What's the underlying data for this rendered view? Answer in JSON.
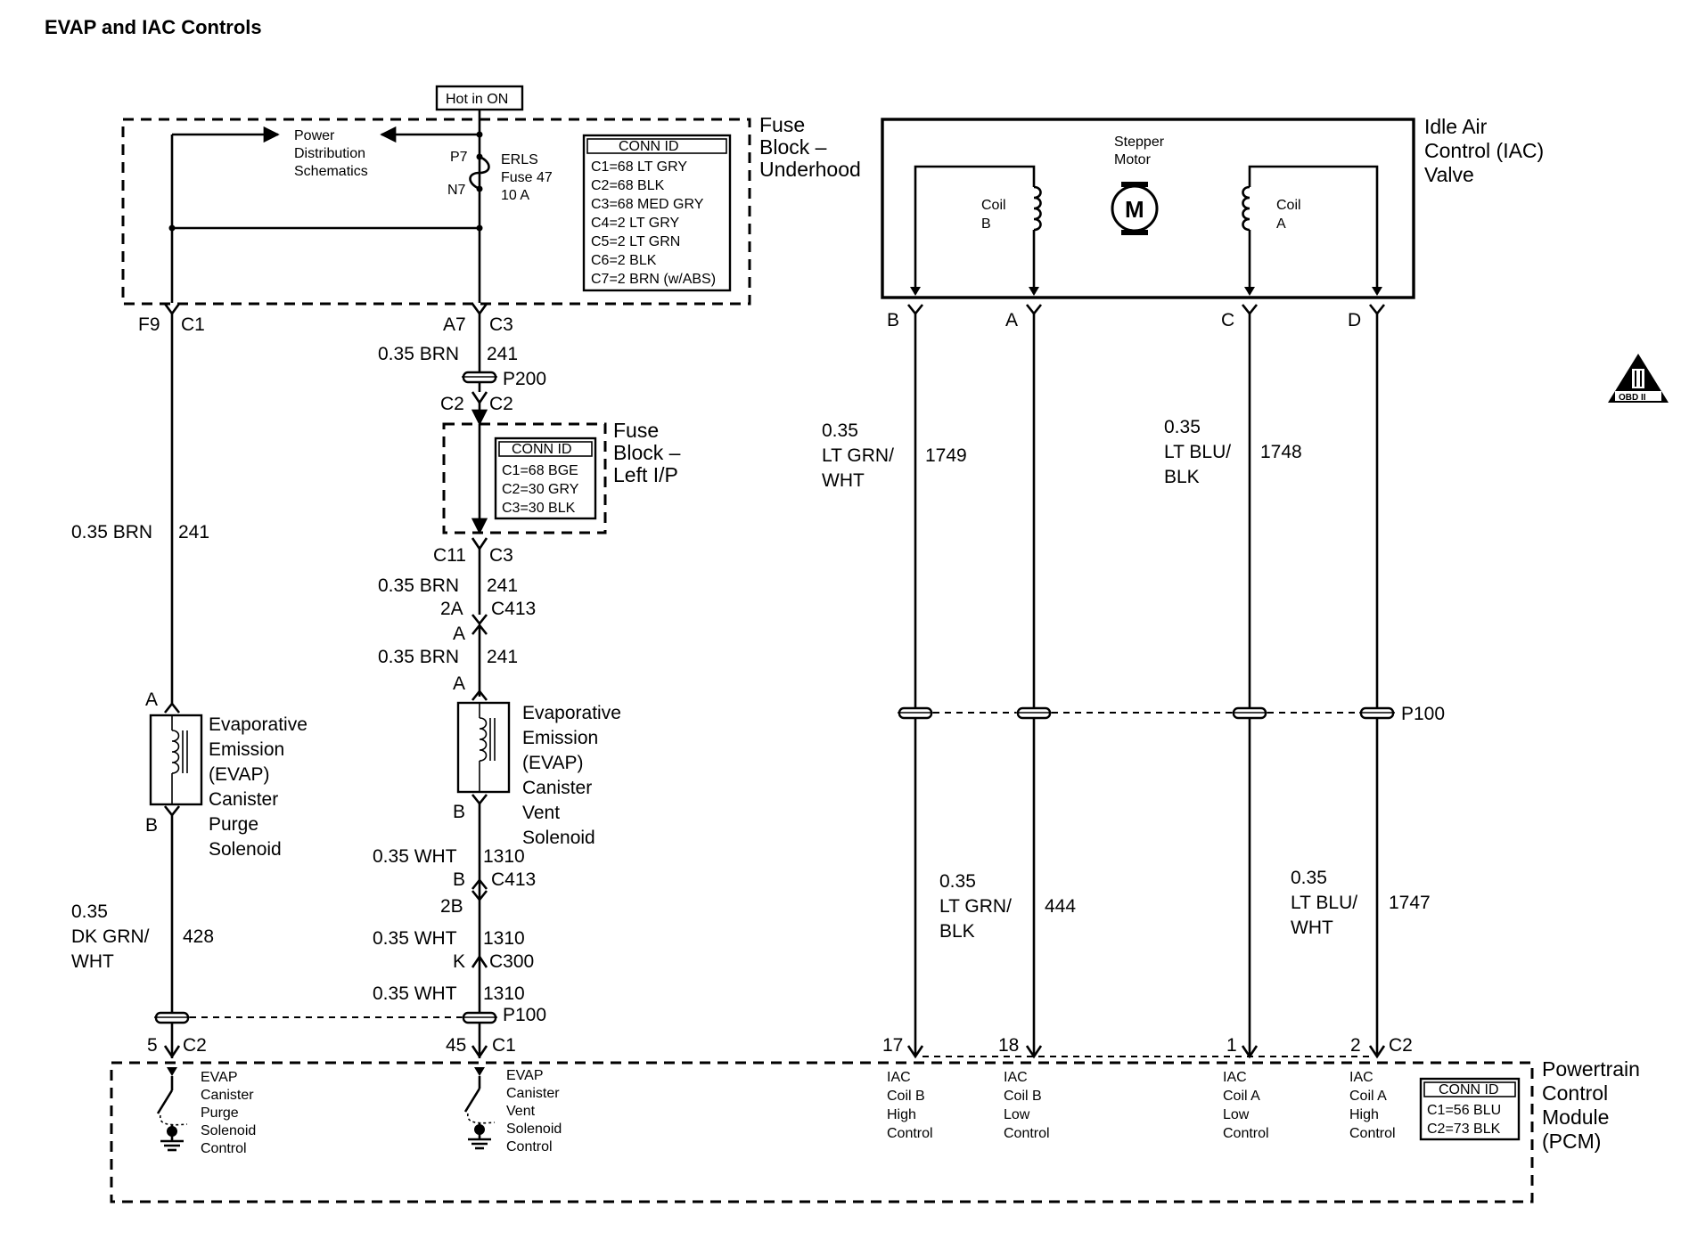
{
  "title": "EVAP and IAC Controls",
  "hot_label": "Hot in ON",
  "fuse_underhood": {
    "label_lines": [
      "Fuse",
      "Block –",
      "Underhood"
    ],
    "power_dist_lines": [
      "Power",
      "Distribution",
      "Schematics"
    ],
    "fuse_pins": [
      "P7",
      "N7"
    ],
    "fuse_lines": [
      "ERLS",
      "Fuse 47",
      "10 A"
    ],
    "conn_title": "CONN ID",
    "conn_rows": [
      "C1=68 LT GRY",
      "C2=68 BLK",
      "C3=68 MED GRY",
      "C4=2 LT GRY",
      "C5=2 LT GRN",
      "C6=2 BLK",
      "C7=2 BRN (w/ABS)"
    ]
  },
  "fuse_leftip": {
    "label_lines": [
      "Fuse",
      "Block –",
      "Left I/P"
    ],
    "conn_title": "CONN ID",
    "conn_rows": [
      "C1=68 BGE",
      "C2=30 GRY",
      "C3=30 BLK"
    ]
  },
  "purge_branch": {
    "top_pin": "F9",
    "top_conn": "C1",
    "wire1_gauge": "0.35 BRN",
    "wire1_circuit": "241",
    "sol_pin_a": "A",
    "sol_pin_b": "B",
    "sol_label_lines": [
      "Evaporative",
      "Emission",
      "(EVAP)",
      "Canister",
      "Purge",
      "Solenoid"
    ],
    "wire2_gauge_lines": [
      "0.35",
      "DK GRN/",
      "WHT"
    ],
    "wire2_circuit": "428",
    "pcm_pin": "5",
    "pcm_conn": "C2",
    "pcm_label_lines": [
      "EVAP",
      "Canister",
      "Purge",
      "Solenoid",
      "Control"
    ]
  },
  "vent_branch": {
    "top_pin": "A7",
    "top_conn": "C3",
    "w1_gauge": "0.35 BRN",
    "w1_circuit": "241",
    "splice1": "P200",
    "c2_left": "C2",
    "c2_right": "C2",
    "c11": "C11",
    "c3": "C3",
    "w2_gauge": "0.35 BRN",
    "w2_circuit": "241",
    "c413_pin": "2A",
    "c413": "C413",
    "a_pin": "A",
    "w3_gauge": "0.35 BRN",
    "w3_circuit": "241",
    "sol_pin_a": "A",
    "sol_pin_b": "B",
    "sol_label_lines": [
      "Evaporative",
      "Emission",
      "(EVAP)",
      "Canister",
      "Vent",
      "Solenoid"
    ],
    "w4_gauge": "0.35 WHT",
    "w4_circuit": "1310",
    "c413b_pin": "B",
    "c413b": "C413",
    "pin_2b": "2B",
    "w5_gauge": "0.35 WHT",
    "w5_circuit": "1310",
    "c300_pin": "K",
    "c300": "C300",
    "w6_gauge": "0.35 WHT",
    "w6_circuit": "1310",
    "splice2": "P100",
    "pcm_pin": "45",
    "pcm_conn": "C1",
    "pcm_label_lines": [
      "EVAP",
      "Canister",
      "Vent",
      "Solenoid",
      "Control"
    ]
  },
  "iac": {
    "label_lines": [
      "Idle Air",
      "Control (IAC)",
      "Valve"
    ],
    "motor_lines": [
      "Stepper",
      "Motor"
    ],
    "motor_symbol": "M",
    "coil_b_lines": [
      "Coil",
      "B"
    ],
    "coil_a_lines": [
      "Coil",
      "A"
    ],
    "pins": [
      "B",
      "A",
      "C",
      "D"
    ],
    "wire_b": {
      "gauge_lines": [
        "0.35",
        "LT GRN/",
        "WHT"
      ],
      "circuit": "1749"
    },
    "wire_c": {
      "gauge_lines": [
        "0.35",
        "LT BLU/",
        "BLK"
      ],
      "circuit": "1748"
    },
    "wire_a": {
      "gauge_lines": [
        "0.35",
        "LT GRN/",
        "BLK"
      ],
      "circuit": "444"
    },
    "wire_d": {
      "gauge_lines": [
        "0.35",
        "LT BLU/",
        "WHT"
      ],
      "circuit": "1747"
    },
    "splice": "P100",
    "pcm_pins": [
      "17",
      "18",
      "1",
      "2"
    ],
    "pcm_conn": "C2",
    "pcm_labels": [
      [
        "IAC",
        "Coil B",
        "High",
        "Control"
      ],
      [
        "IAC",
        "Coil B",
        "Low",
        "Control"
      ],
      [
        "IAC",
        "Coil A",
        "Low",
        "Control"
      ],
      [
        "IAC",
        "Coil A",
        "High",
        "Control"
      ]
    ]
  },
  "pcm": {
    "label_lines": [
      "Powertrain",
      "Control",
      "Module",
      "(PCM)"
    ],
    "conn_title": "CONN ID",
    "conn_rows": [
      "C1=56 BLU",
      "C2=73 BLK"
    ]
  },
  "obd_badge": "OBD II"
}
